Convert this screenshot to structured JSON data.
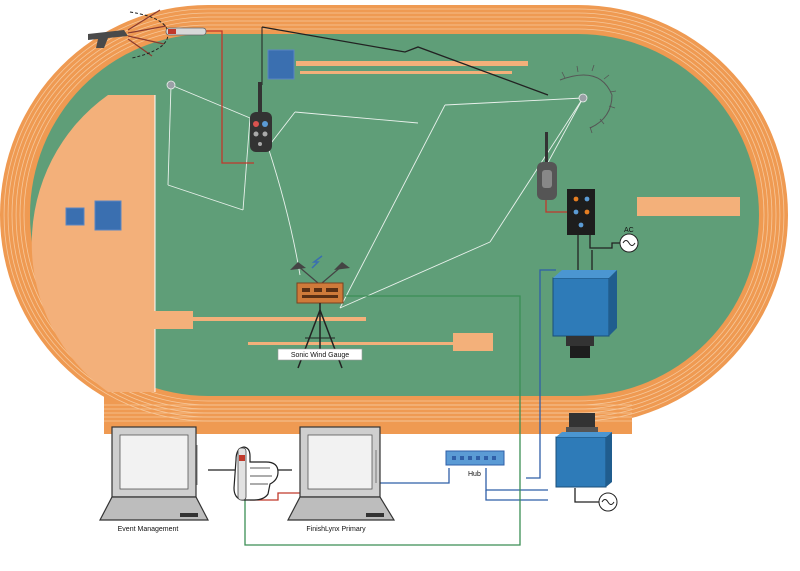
{
  "diagram": {
    "labels": {
      "sonic_wind_gauge": "Sonic Wind Gauge",
      "event_management": "Event Management",
      "finishlynx_primary": "FinishLynx Primary",
      "hub": "Hub",
      "ac": "AC"
    },
    "icons": [
      "starter-pistol-icon",
      "wireless-transmitter-icon",
      "camera-icon",
      "laptop-icon",
      "hand-switch-icon",
      "network-hub-icon",
      "ac-power-icon",
      "wind-gauge-icon"
    ],
    "colors": {
      "track": "#ef9a52",
      "track_lines": "#f6c79a",
      "infield": "#5f9e78",
      "runup_lanes": "#f3b07a",
      "camera_body": "#2e7bb8",
      "board_blue": "#3a6fb0",
      "wire_red": "#c0392b",
      "wire_blue": "#2f5fa8",
      "wire_green": "#3b8e55",
      "wire_black": "#222222"
    }
  }
}
